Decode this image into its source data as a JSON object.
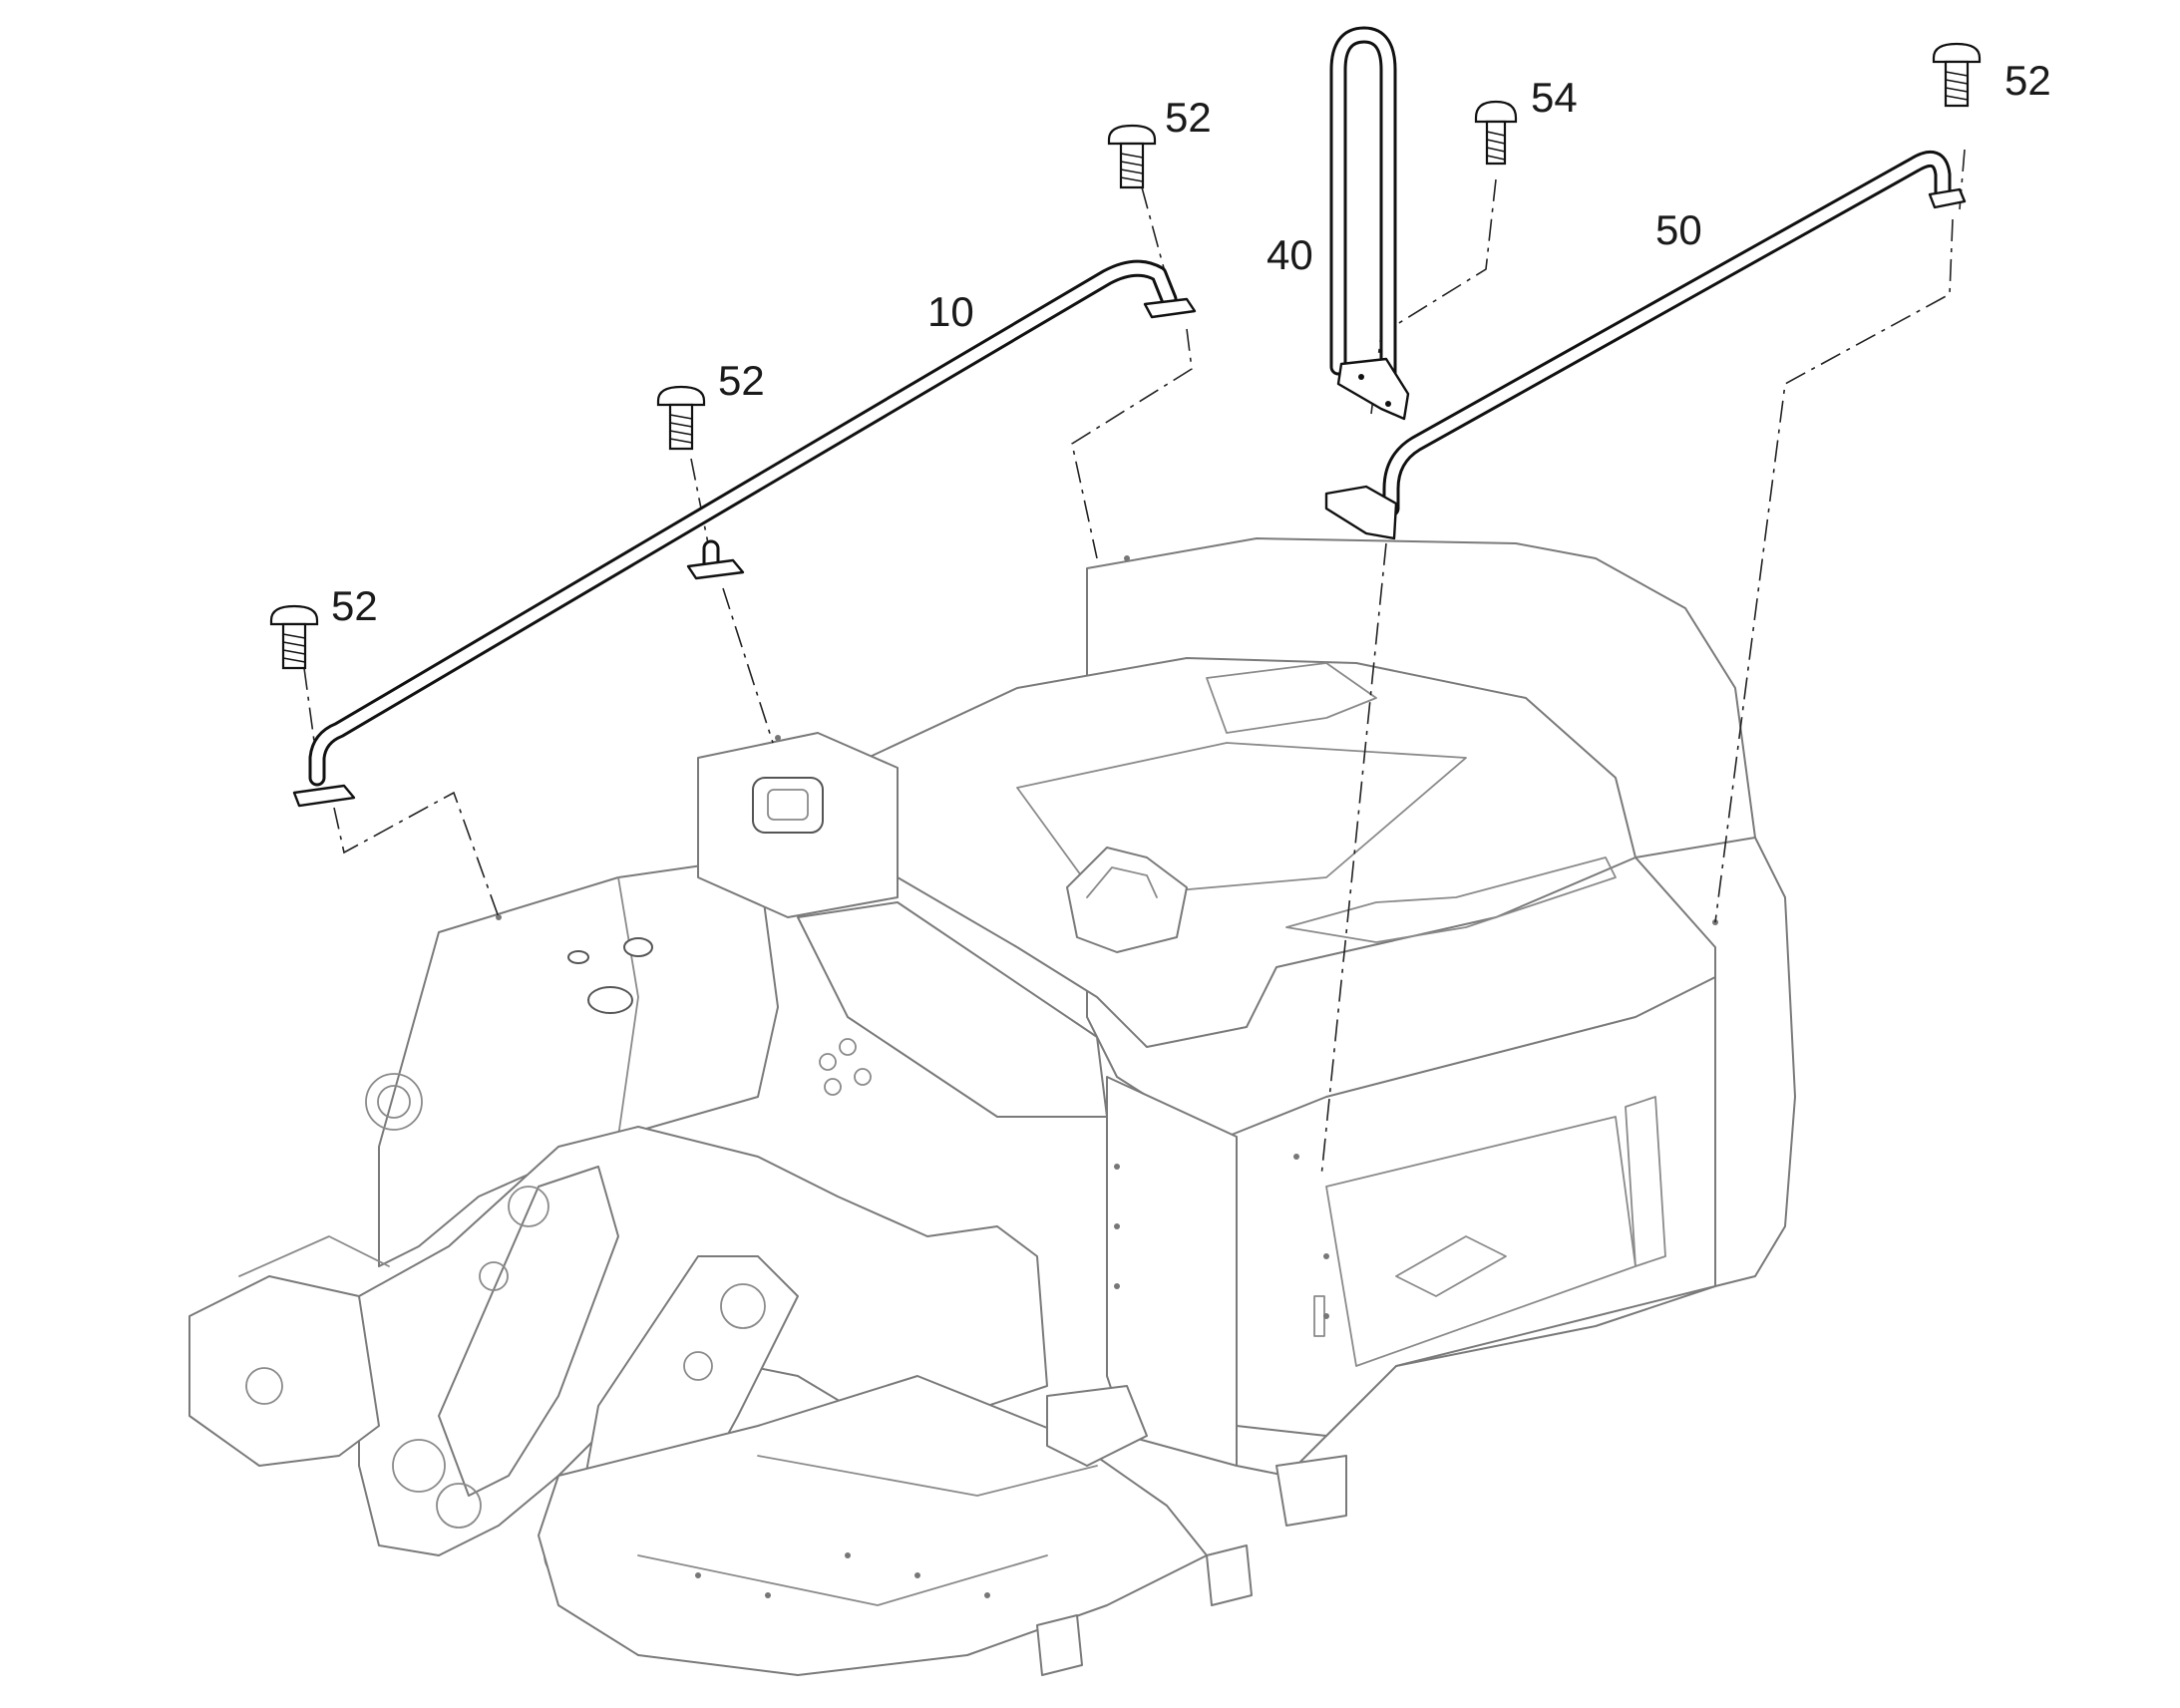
{
  "callouts": {
    "rail_front": "10",
    "grab_handle": "40",
    "rail_rear": "50",
    "bolt_top_center": "52",
    "bolt_middle": "52",
    "bolt_left": "52",
    "bolt_top_right": "52",
    "screw_handle": "54"
  },
  "colors": {
    "line_art": "#111111",
    "machine_outline": "#7a7a7a",
    "background": "#ffffff"
  }
}
